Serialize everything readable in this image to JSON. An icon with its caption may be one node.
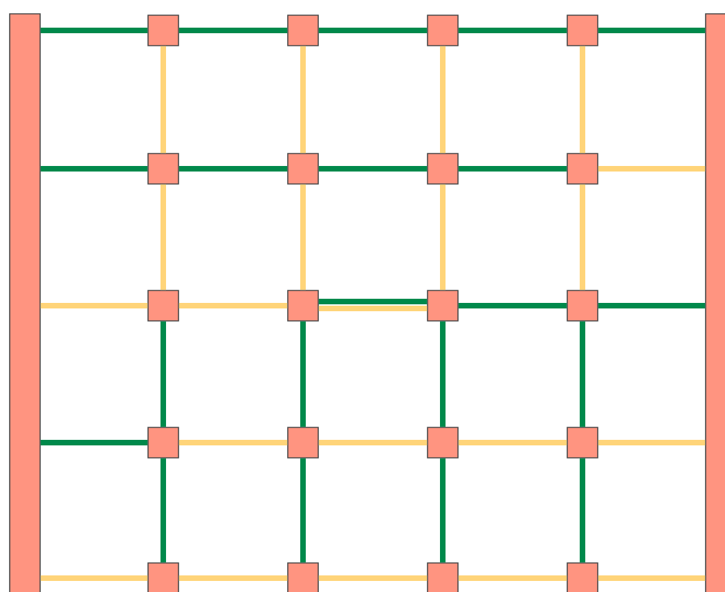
{
  "diagram": {
    "nodes": [
      {
        "text": [],
        "shape": "bar"
      },
      {
        "text": [],
        "shape": "box"
      },
      {
        "text": [],
        "shape": "box"
      },
      {
        "text": [],
        "shape": "box"
      },
      {
        "text": [],
        "shape": "box"
      },
      {
        "text": [],
        "shape": "box"
      },
      {
        "text": [],
        "shape": "box"
      },
      {
        "text": [],
        "shape": "box"
      },
      {
        "text": [],
        "shape": "box"
      },
      {
        "text": [],
        "shape": "box"
      },
      {
        "text": [],
        "shape": "box"
      },
      {
        "text": [],
        "shape": "box"
      },
      {
        "text": [],
        "shape": "box"
      },
      {
        "text": [],
        "shape": "box"
      },
      {
        "text": [],
        "shape": "box"
      },
      {
        "text": [],
        "shape": "box"
      },
      {
        "text": [],
        "shape": "box"
      },
      {
        "text": [],
        "shape": "box"
      },
      {
        "text": [],
        "shape": "box"
      },
      {
        "text": [],
        "shape": "box"
      },
      {
        "text": [],
        "shape": "box"
      },
      {
        "text": [],
        "shape": "bar"
      }
    ],
    "edges": [
      {
        "from": 0,
        "to": 1,
        "arrow": "none",
        "color": "#00894b"
      },
      {
        "from": 1,
        "to": 2,
        "arrow": "none",
        "color": "#00894b"
      },
      {
        "from": 2,
        "to": 3,
        "arrow": "none",
        "color": "#00894b"
      },
      {
        "from": 3,
        "to": 4,
        "arrow": "none",
        "color": "#00894b"
      },
      {
        "from": 4,
        "to": 21,
        "arrow": "none",
        "color": "#00894b"
      },
      {
        "from": 0,
        "to": 5,
        "arrow": "none",
        "color": "#00894b"
      },
      {
        "from": 5,
        "to": 6,
        "arrow": "none",
        "color": "#00894b"
      },
      {
        "from": 6,
        "to": 7,
        "arrow": "none",
        "color": "#00894b"
      },
      {
        "from": 7,
        "to": 8,
        "arrow": "none",
        "color": "#00894b"
      },
      {
        "from": 8,
        "to": 21,
        "arrow": "none",
        "color": "#ffd479"
      },
      {
        "from": 0,
        "to": 9,
        "arrow": "none",
        "color": "#ffd479"
      },
      {
        "from": 9,
        "to": 10,
        "arrow": "none",
        "color": "#ffd479"
      },
      {
        "from": 10,
        "to": 11,
        "arrow": "none",
        "color": "#00894b"
      },
      {
        "from": 10,
        "to": 11,
        "arrow": "none",
        "color": "#ffd479"
      },
      {
        "from": 11,
        "to": 12,
        "arrow": "none",
        "color": "#00894b"
      },
      {
        "from": 12,
        "to": 21,
        "arrow": "none",
        "color": "#00894b"
      },
      {
        "from": 0,
        "to": 13,
        "arrow": "none",
        "color": "#00894b"
      },
      {
        "from": 13,
        "to": 14,
        "arrow": "none",
        "color": "#ffd479"
      },
      {
        "from": 14,
        "to": 15,
        "arrow": "none",
        "color": "#ffd479"
      },
      {
        "from": 15,
        "to": 16,
        "arrow": "none",
        "color": "#ffd479"
      },
      {
        "from": 16,
        "to": 21,
        "arrow": "none",
        "color": "#ffd479"
      },
      {
        "from": 0,
        "to": 17,
        "arrow": "none",
        "color": "#ffd479"
      },
      {
        "from": 17,
        "to": 18,
        "arrow": "none",
        "color": "#ffd479"
      },
      {
        "from": 18,
        "to": 19,
        "arrow": "none",
        "color": "#ffd479"
      },
      {
        "from": 19,
        "to": 20,
        "arrow": "none",
        "color": "#ffd479"
      },
      {
        "from": 20,
        "to": 21,
        "arrow": "none",
        "color": "#ffd479"
      },
      {
        "from": 1,
        "to": 5,
        "arrow": "none",
        "color": "#ffd479"
      },
      {
        "from": 2,
        "to": 6,
        "arrow": "none",
        "color": "#ffd479"
      },
      {
        "from": 3,
        "to": 7,
        "arrow": "none",
        "color": "#ffd479"
      },
      {
        "from": 4,
        "to": 8,
        "arrow": "none",
        "color": "#ffd479"
      },
      {
        "from": 5,
        "to": 9,
        "arrow": "none",
        "color": "#ffd479"
      },
      {
        "from": 6,
        "to": 10,
        "arrow": "none",
        "color": "#ffd479"
      },
      {
        "from": 7,
        "to": 11,
        "arrow": "none",
        "color": "#ffd479"
      },
      {
        "from": 8,
        "to": 12,
        "arrow": "none",
        "color": "#ffd479"
      },
      {
        "from": 9,
        "to": 13,
        "arrow": "none",
        "color": "#00894b"
      },
      {
        "from": 10,
        "to": 14,
        "arrow": "none",
        "color": "#00894b"
      },
      {
        "from": 11,
        "to": 15,
        "arrow": "none",
        "color": "#00894b"
      },
      {
        "from": 12,
        "to": 16,
        "arrow": "none",
        "color": "#00894b"
      },
      {
        "from": 13,
        "to": 17,
        "arrow": "none",
        "color": "#00894b"
      },
      {
        "from": 14,
        "to": 18,
        "arrow": "none",
        "color": "#00894b"
      },
      {
        "from": 15,
        "to": 19,
        "arrow": "none",
        "color": "#00894b"
      },
      {
        "from": 16,
        "to": 20,
        "arrow": "none",
        "color": "#00894b"
      }
    ]
  }
}
